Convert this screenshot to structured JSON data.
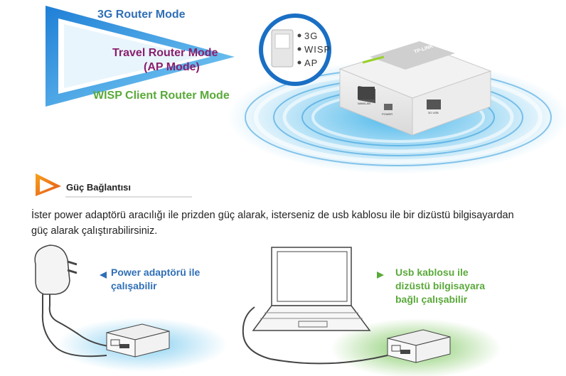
{
  "modes": {
    "router_3g": "3G Router Mode",
    "travel_router": "Travel Router Mode",
    "ap_mode": "(AP Mode)",
    "wisp_client": "WISP Client Router Mode"
  },
  "switch_positions": [
    "3G",
    "WISP",
    "AP"
  ],
  "brand_logo": "TP-LINK",
  "port_labels": {
    "wan_lan": "WAN/LAN",
    "power": "POWER",
    "usb": "3G USB"
  },
  "section": {
    "title": "Güç Bağlantısı",
    "description": "İster power adaptörü aracılığı ile prizden güç alarak, isterseniz de usb kablosu ile bir dizüstü bilgisayardan güç alarak çalıştırabilirsiniz."
  },
  "callouts": {
    "adapter_line1": "Power adaptörü ile",
    "adapter_line2": "çalışabilir",
    "usb_line1": "Usb kablosu ile",
    "usb_line2": "dizüstü bilgisayara",
    "usb_line3": "bağlı çalışabilir"
  },
  "colors": {
    "blue": "#2f6fb6",
    "purple": "#8a1f6e",
    "green": "#5aa93a",
    "wifi_glow": "#3bb0e8"
  }
}
